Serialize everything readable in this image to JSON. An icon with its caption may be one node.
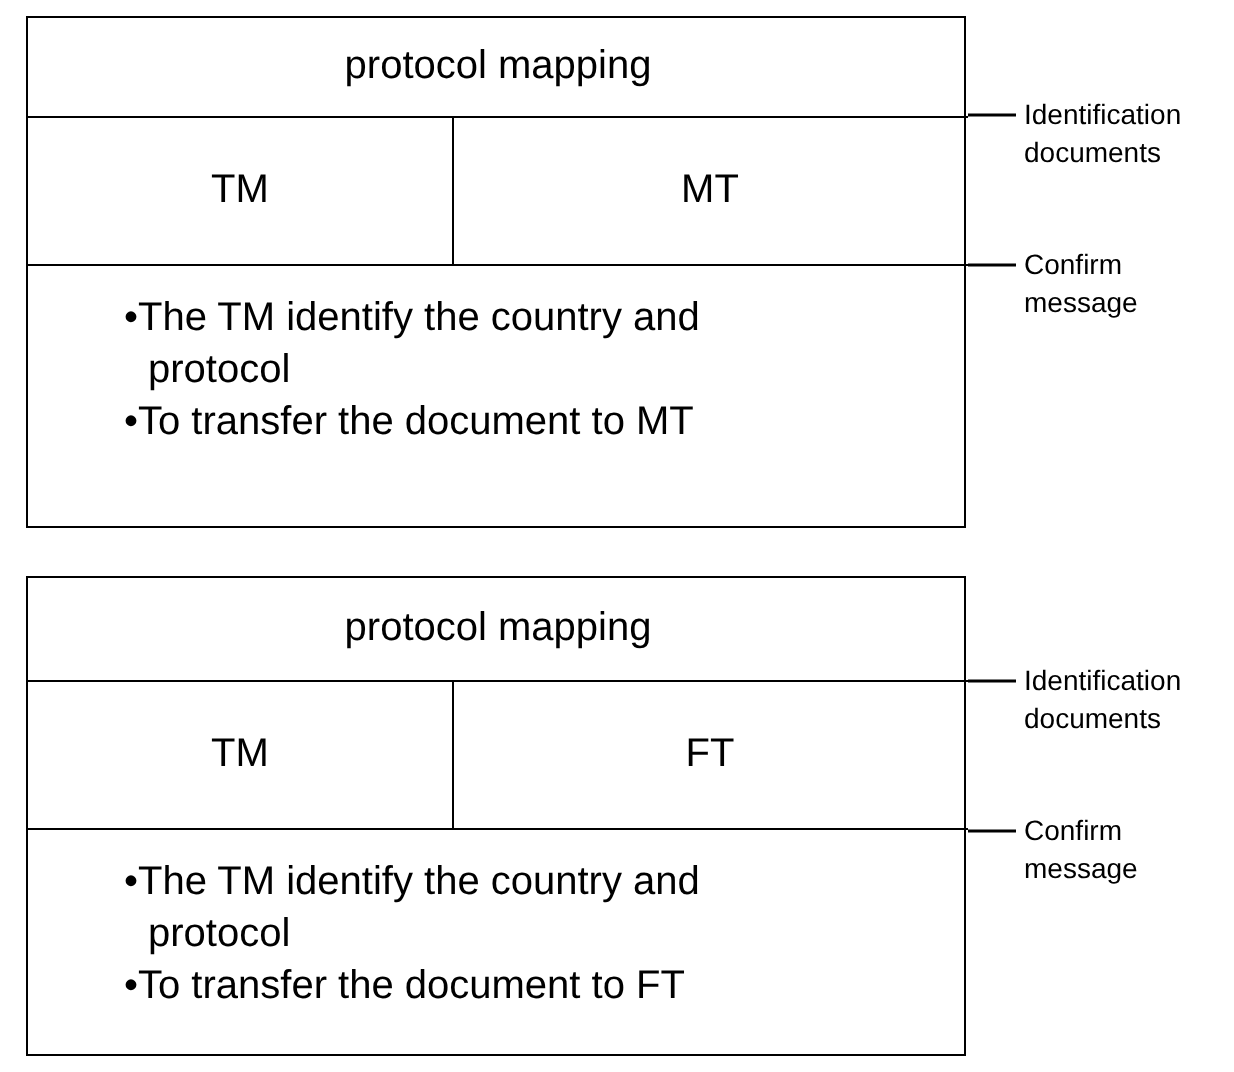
{
  "diagram": {
    "nodes": [
      {
        "text": [],
        "shape": "box"
      },
      {
        "text": [
          "protocol mapping"
        ],
        "in": 0
      },
      {
        "text": [
          "TM"
        ],
        "in": 0
      },
      {
        "text": [
          "MT"
        ],
        "in": 0
      },
      {
        "text": [
          "•The TM identify the country and protocol",
          "•To transfer the document to MT"
        ],
        "in": 0
      },
      {
        "text": [
          "Identification documents"
        ]
      },
      {
        "text": [
          "Confirm message"
        ]
      },
      {
        "text": [],
        "shape": "box"
      },
      {
        "text": [
          "protocol mapping"
        ],
        "in": 7
      },
      {
        "text": [
          "TM"
        ],
        "in": 7
      },
      {
        "text": [
          "FT"
        ],
        "in": 7
      },
      {
        "text": [
          "•The TM identify the country and protocol",
          "•To transfer the document to FT"
        ],
        "in": 7
      },
      {
        "text": [
          "Identification documents"
        ]
      },
      {
        "text": [
          "Confirm message"
        ]
      }
    ],
    "edges": [
      {
        "from": 5,
        "to": 3,
        "arrow": "none"
      },
      {
        "from": 6,
        "to": 3,
        "arrow": "none"
      },
      {
        "from": 12,
        "to": 10,
        "arrow": "none"
      },
      {
        "from": 13,
        "to": 10,
        "arrow": "none"
      }
    ]
  }
}
